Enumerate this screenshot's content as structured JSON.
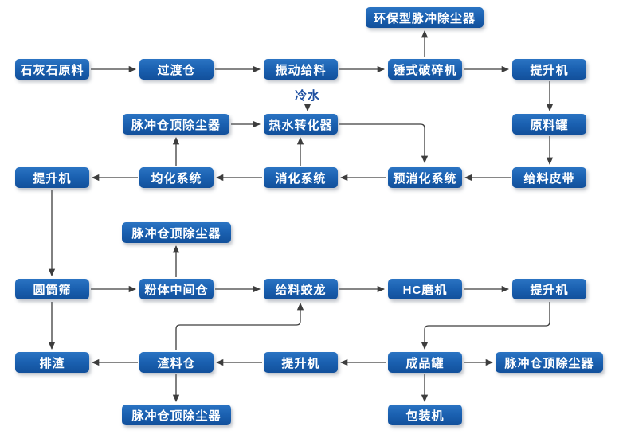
{
  "diagram": {
    "node_fill_top": "#2b74c3",
    "node_fill_bottom": "#12509b",
    "node_text_color": "#ffffff",
    "arrow_color": "#3d3d3d",
    "cold_water_label_color": "#1e4fa0",
    "nodes": {
      "eco_pulse_dust_collector": {
        "label": "环保型脉冲除尘器"
      },
      "limestone_raw": {
        "label": "石灰石原料"
      },
      "transition_bin": {
        "label": "过渡仓"
      },
      "vibration_feeder": {
        "label": "振动给料"
      },
      "hammer_crusher": {
        "label": "锤式破碎机"
      },
      "elevator_1": {
        "label": "提升机"
      },
      "pulse_silo_dust_1": {
        "label": "脉冲仓顶除尘器"
      },
      "hot_water_converter": {
        "label": "热水转化器"
      },
      "raw_material_tank": {
        "label": "原料罐"
      },
      "elevator_2": {
        "label": "提升机"
      },
      "homogenization_system": {
        "label": "均化系统"
      },
      "digestion_system": {
        "label": "消化系统"
      },
      "pre_digestion_system": {
        "label": "预消化系统"
      },
      "feeding_belt": {
        "label": "给料皮带"
      },
      "pulse_silo_dust_2": {
        "label": "脉冲仓顶除尘器"
      },
      "drum_screen": {
        "label": "圆筒筛"
      },
      "powder_intermediate_bin": {
        "label": "粉体中间仓"
      },
      "feeding_screw": {
        "label": "给料蛟龙"
      },
      "hc_mill": {
        "label": "HC磨机"
      },
      "elevator_3": {
        "label": "提升机"
      },
      "slag_discharge": {
        "label": "排渣"
      },
      "slag_bin": {
        "label": "渣料仓"
      },
      "elevator_4": {
        "label": "提升机"
      },
      "finished_product_tank": {
        "label": "成品罐"
      },
      "pulse_silo_dust_3": {
        "label": "脉冲仓顶除尘器"
      },
      "pulse_silo_dust_4": {
        "label": "脉冲仓顶除尘器"
      },
      "packing_machine": {
        "label": "包装机"
      }
    },
    "floating_labels": {
      "cold_water": "冷水"
    },
    "edges": [
      {
        "from": "limestone_raw",
        "to": "transition_bin"
      },
      {
        "from": "transition_bin",
        "to": "vibration_feeder"
      },
      {
        "from": "vibration_feeder",
        "to": "hammer_crusher"
      },
      {
        "from": "hammer_crusher",
        "to": "elevator_1"
      },
      {
        "from": "hammer_crusher",
        "to": "eco_pulse_dust_collector"
      },
      {
        "from": "elevator_1",
        "to": "raw_material_tank"
      },
      {
        "from": "raw_material_tank",
        "to": "feeding_belt"
      },
      {
        "from": "feeding_belt",
        "to": "pre_digestion_system"
      },
      {
        "from": "pre_digestion_system",
        "to": "digestion_system"
      },
      {
        "from": "digestion_system",
        "to": "homogenization_system"
      },
      {
        "from": "homogenization_system",
        "to": "elevator_2"
      },
      {
        "from": "cold_water",
        "to": "hot_water_converter"
      },
      {
        "from": "digestion_system",
        "to": "hot_water_converter"
      },
      {
        "from": "pulse_silo_dust_1",
        "to": "hot_water_converter"
      },
      {
        "from": "hot_water_converter",
        "to": "pre_digestion_system"
      },
      {
        "from": "homogenization_system",
        "to": "pulse_silo_dust_1"
      },
      {
        "from": "elevator_2",
        "to": "drum_screen"
      },
      {
        "from": "drum_screen",
        "to": "powder_intermediate_bin"
      },
      {
        "from": "powder_intermediate_bin",
        "to": "feeding_screw"
      },
      {
        "from": "powder_intermediate_bin",
        "to": "pulse_silo_dust_2"
      },
      {
        "from": "feeding_screw",
        "to": "hc_mill"
      },
      {
        "from": "hc_mill",
        "to": "elevator_3"
      },
      {
        "from": "elevator_3",
        "to": "finished_product_tank"
      },
      {
        "from": "finished_product_tank",
        "to": "elevator_4"
      },
      {
        "from": "elevator_4",
        "to": "slag_bin"
      },
      {
        "from": "slag_bin",
        "to": "slag_discharge"
      },
      {
        "from": "drum_screen",
        "to": "slag_discharge"
      },
      {
        "from": "slag_bin",
        "to": "feeding_screw"
      },
      {
        "from": "slag_bin",
        "to": "pulse_silo_dust_4"
      },
      {
        "from": "finished_product_tank",
        "to": "pulse_silo_dust_3"
      },
      {
        "from": "finished_product_tank",
        "to": "packing_machine"
      }
    ]
  }
}
